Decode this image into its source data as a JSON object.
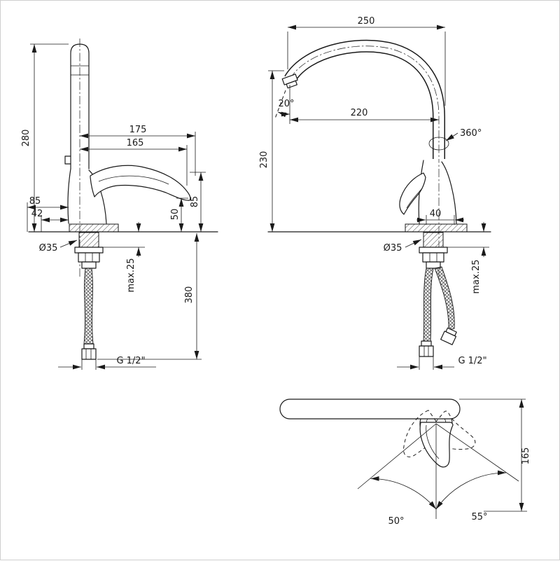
{
  "drawing_type": "faucet-installation-dimensions",
  "front_view": {
    "total_height": "280",
    "handle_reach_outer": "175",
    "handle_reach_inner": "165",
    "offset_85": "85",
    "offset_42": "42",
    "height_85": "85",
    "height_50": "50",
    "hole_dia": "Ø35",
    "deck_max": "max.25",
    "hose_length": "380",
    "thread": "G 1/2\""
  },
  "side_view": {
    "spout_reach": "250",
    "outlet_angle": "20°",
    "spout_center_reach": "220",
    "swivel_angle": "360°",
    "spout_height": "230",
    "base_width": "40",
    "hole_dia": "Ø35",
    "deck_max": "max.25",
    "thread": "G 1/2\""
  },
  "top_view": {
    "handle_height": "165",
    "swing_left": "50°",
    "swing_right": "55°"
  },
  "colors": {
    "line": "#1a1a1a",
    "background": "#ffffff",
    "border": "#cfcfcf"
  }
}
